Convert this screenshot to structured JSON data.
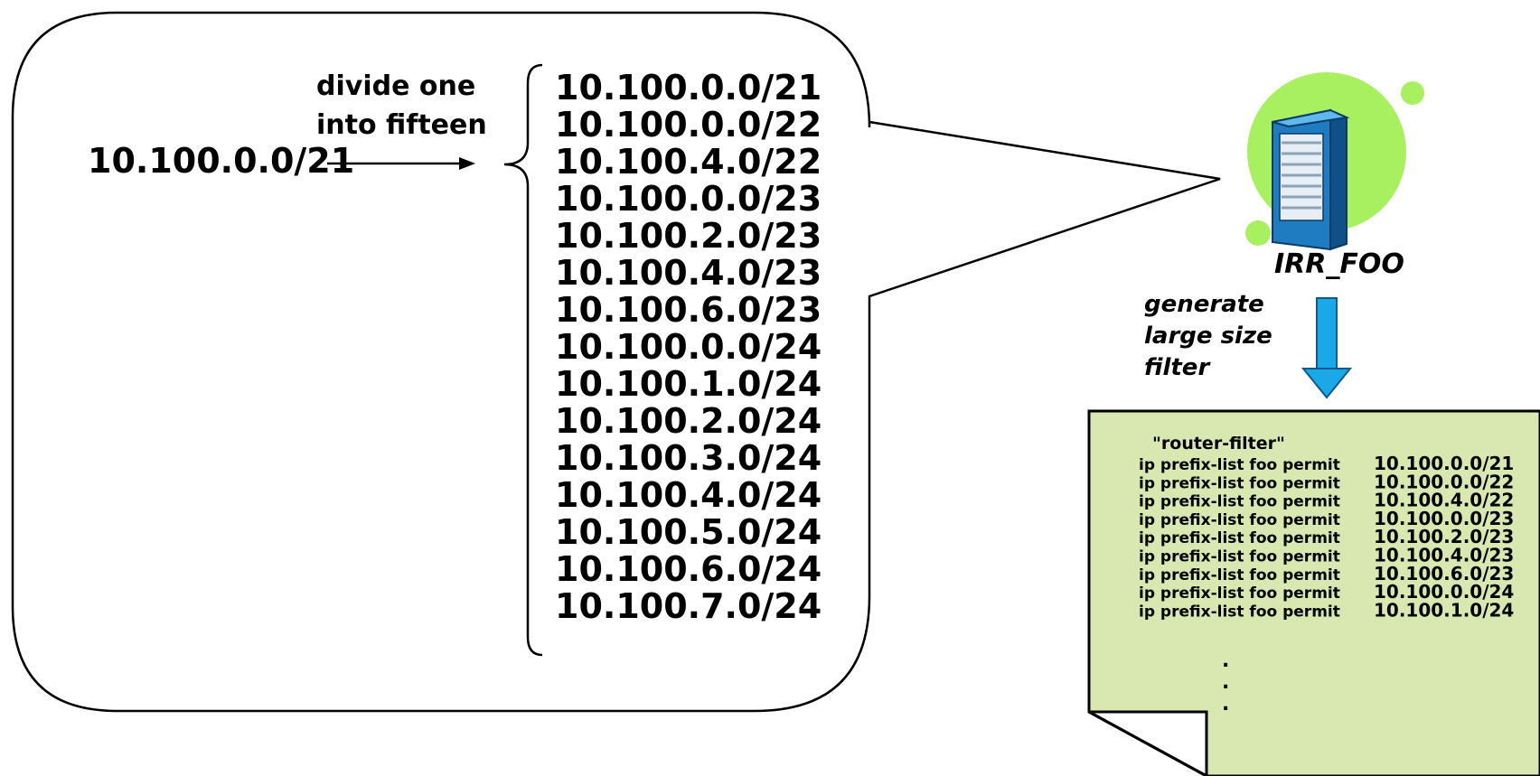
{
  "source_prefix": "10.100.0.0/21",
  "divide_label": [
    "divide one",
    "into fifteen"
  ],
  "prefixes": [
    "10.100.0.0/21",
    "10.100.0.0/22",
    "10.100.4.0/22",
    "10.100.0.0/23",
    "10.100.2.0/23",
    "10.100.4.0/23",
    "10.100.6.0/23",
    "10.100.0.0/24",
    "10.100.1.0/24",
    "10.100.2.0/24",
    "10.100.3.0/24",
    "10.100.4.0/24",
    "10.100.5.0/24",
    "10.100.6.0/24",
    "10.100.7.0/24"
  ],
  "server_label": "IRR_FOO",
  "generate_label": [
    "generate",
    "large size",
    "filter"
  ],
  "filter_doc": {
    "title": "\"router-filter\"",
    "line_prefix": "ip prefix-list foo permit",
    "entries": [
      "10.100.0.0/21",
      "10.100.0.0/22",
      "10.100.4.0/22",
      "10.100.0.0/23",
      "10.100.2.0/23",
      "10.100.4.0/23",
      "10.100.6.0/23",
      "10.100.0.0/24",
      "10.100.1.0/24"
    ],
    "ellipsis": [
      ".",
      ".",
      "."
    ]
  },
  "colors": {
    "server_blob": "#a8f060",
    "server_body": "#2a9ad8",
    "arrow_blue": "#1aa8e8",
    "filter_doc_fill": "#d8e8b0"
  }
}
